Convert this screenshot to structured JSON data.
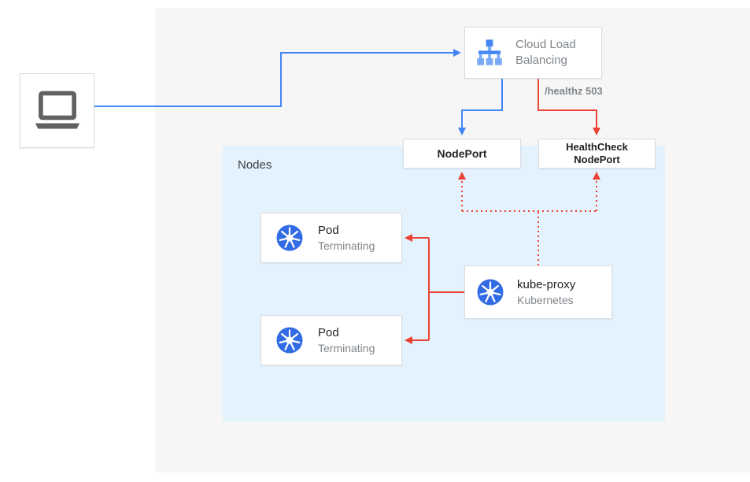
{
  "colors": {
    "arrow_blue": "#4285F4",
    "arrow_red": "#EA4335",
    "nodes_panel_bg": "#E3F2FD",
    "outer_panel_bg": "#F6F6F6",
    "kubernetes_blue": "#326CE5",
    "icon_gray": "#616161",
    "box_border": "#DADCE0",
    "text_primary": "#202124",
    "text_secondary": "#80868B"
  },
  "cloud_load_balancing": {
    "label_line1": "Cloud Load",
    "label_line2": "Balancing"
  },
  "health_check_label": "/healthz 503",
  "nodeport": {
    "label": "NodePort"
  },
  "healthcheck_nodeport": {
    "label_line1": "HealthCheck",
    "label_line2": "NodePort"
  },
  "nodes_panel": {
    "label": "Nodes"
  },
  "pods": [
    {
      "title": "Pod",
      "status": "Terminating"
    },
    {
      "title": "Pod",
      "status": "Terminating"
    }
  ],
  "kube_proxy": {
    "title": "kube-proxy",
    "subtitle": "Kubernetes"
  },
  "icons": {
    "client": "laptop-icon",
    "load_balancer": "cloud-load-balancing-icon",
    "kubernetes": "kubernetes-icon"
  }
}
